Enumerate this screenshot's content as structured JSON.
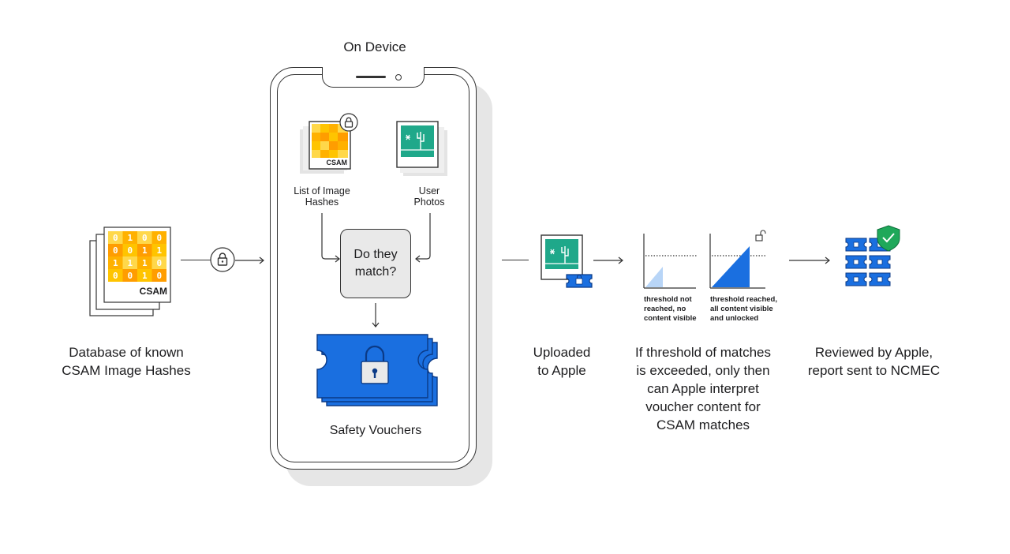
{
  "on_device_title": "On Device",
  "database": {
    "caption": "Database of known\nCSAM Image Hashes",
    "badge": "CSAM",
    "grid": [
      [
        "0",
        "1",
        "0",
        "0"
      ],
      [
        "0",
        "0",
        "1",
        "1"
      ],
      [
        "1",
        "1",
        "1",
        "0"
      ],
      [
        "0",
        "0",
        "1",
        "0"
      ]
    ]
  },
  "device": {
    "hash_list": {
      "label": "List of Image\nHashes",
      "badge": "CSAM"
    },
    "user_photos": {
      "label": "User\nPhotos"
    },
    "match_box": "Do they\nmatch?",
    "vouchers_label": "Safety Vouchers"
  },
  "upload": {
    "caption": "Uploaded\nto Apple"
  },
  "threshold": {
    "not_reached": "threshold not\nreached, no\ncontent visible",
    "reached": "threshold reached,\nall content visible\nand unlocked",
    "caption": "If threshold of matches\nis exceeded, only then\ncan Apple interpret\nvoucher content for\nCSAM matches"
  },
  "review": {
    "caption": "Reviewed by Apple,\nreport sent to NCMEC"
  },
  "colors": {
    "voucher_blue": "#1a6fe0",
    "voucher_dark": "#0b3a86",
    "accent_green": "#1fa88a",
    "check_green": "#1fa85a",
    "hash_yellow": "#ffc400",
    "hash_orange": "#ff9d00"
  },
  "icons": [
    "lock-icon",
    "check-shield-icon",
    "cactus-photo-icon"
  ]
}
